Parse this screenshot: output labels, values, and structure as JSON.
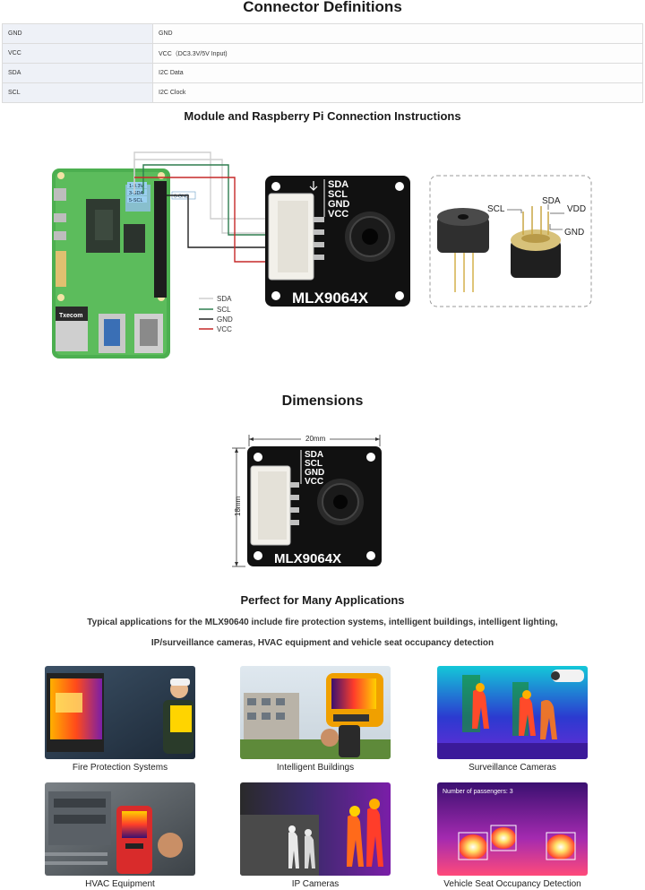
{
  "sections": {
    "connector_title": "Connector Definitions",
    "module_title": "Module and Raspberry Pi Connection Instructions",
    "dimensions_title": "Dimensions",
    "applications_title": "Perfect for Many Applications"
  },
  "connector_table": [
    {
      "pin": "GND",
      "desc": "GND"
    },
    {
      "pin": "VCC",
      "desc": "VCC（DC3.3V/5V Input)"
    },
    {
      "pin": "SDA",
      "desc": "I2C Data"
    },
    {
      "pin": "SCL",
      "desc": "I2C Clock"
    }
  ],
  "wiring": {
    "pi_labels": {
      "v33": "1-3.3V",
      "sda": "3-SDA",
      "scl": "5-SCL",
      "gnd": "6-GND"
    },
    "legend": [
      {
        "label": "SDA",
        "color": "#cfcfcf"
      },
      {
        "label": "SCL",
        "color": "#2e7d4f"
      },
      {
        "label": "GND",
        "color": "#222222"
      },
      {
        "label": "VCC",
        "color": "#c62828"
      }
    ],
    "module_pins": [
      "SDA",
      "SCL",
      "GND",
      "VCC"
    ],
    "module_name": "MLX9064X",
    "sensor_pins": {
      "scl": "SCL",
      "sda": "SDA",
      "vdd": "VDD",
      "gnd": "GND"
    },
    "pi_chip_label": "Txecom"
  },
  "dimensions": {
    "width_label": "20mm",
    "height_label": "18mm",
    "module_pins": [
      "SDA",
      "SCL",
      "GND",
      "VCC"
    ],
    "module_name": "MLX9064X"
  },
  "applications": {
    "description_line1": "Typical applications for the MLX90640 include fire protection systems, intelligent buildings, intelligent lighting,",
    "description_line2": "IP/surveillance cameras, HVAC equipment and vehicle seat occupancy detection",
    "items": [
      {
        "caption": "Fire Protection Systems"
      },
      {
        "caption": "Intelligent Buildings"
      },
      {
        "caption": "Surveillance Cameras"
      },
      {
        "caption": "HVAC Equipment"
      },
      {
        "caption": "IP Cameras"
      },
      {
        "caption": "Vehicle Seat Occupancy Detection",
        "overlay_text": "Number of passengers: 3"
      }
    ]
  },
  "colors": {
    "pcb_green": "#4caf50",
    "module_black": "#111111",
    "vcc_red": "#c62828",
    "scl_green": "#2e7d4f"
  }
}
